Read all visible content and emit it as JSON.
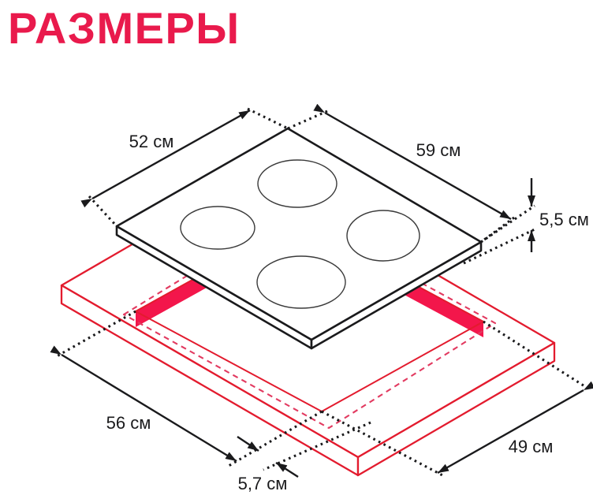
{
  "title": "РАЗМЕРЫ",
  "colors": {
    "accent": "#E91A4C",
    "line_red": "#E31B2E",
    "dash_red": "#E23A60",
    "band_red": "#F3164B",
    "ink": "#1A1A1C"
  },
  "labels": {
    "cooktop_depth": "52 см",
    "cooktop_width": "59 см",
    "cooktop_height": "5,5 см",
    "cutout_width": "56 см",
    "cutout_depth": "49 см",
    "cutout_front_offset": "5,7 см"
  }
}
